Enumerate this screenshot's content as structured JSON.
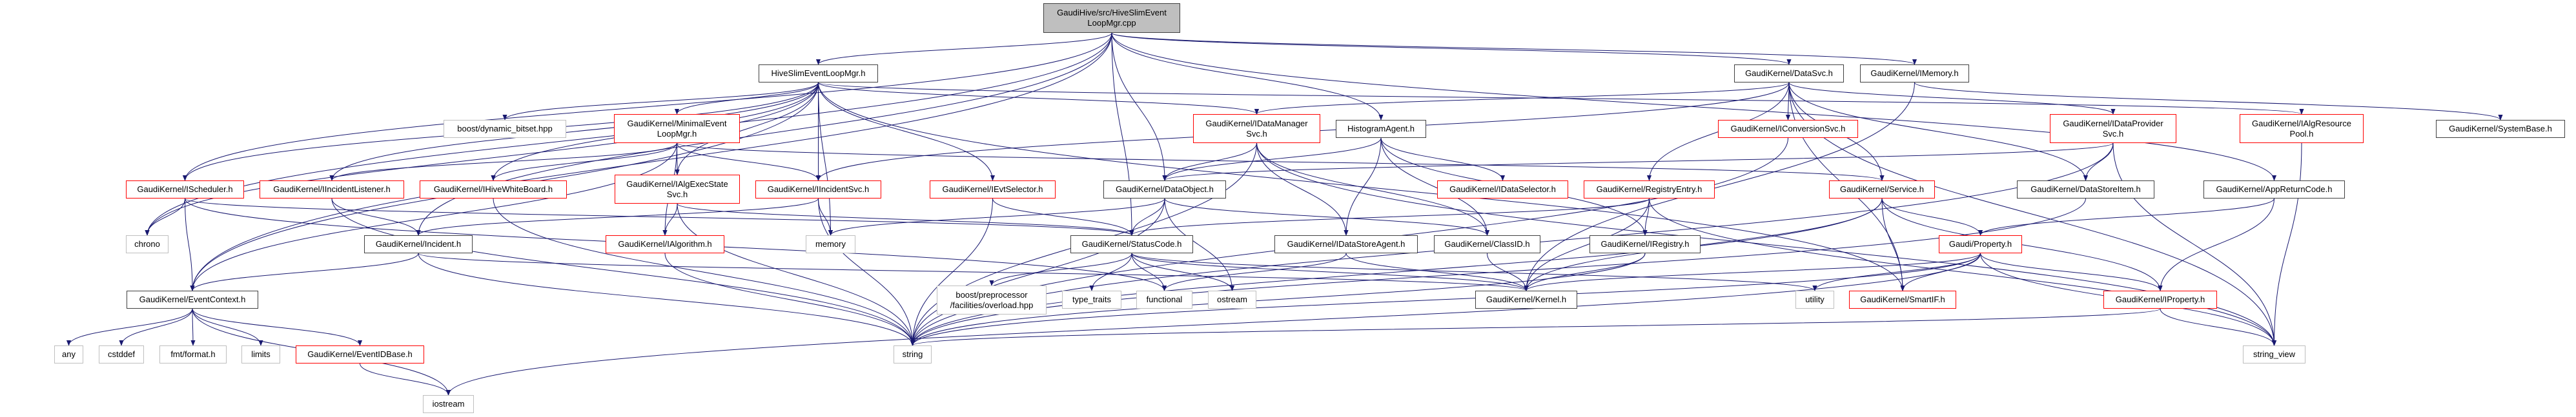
{
  "colors": {
    "edge": "#191970",
    "root_fill": "#bfbfbf",
    "documented_border": "#404040",
    "truncated_border": "#ff0000",
    "external_border": "#bfbfbf"
  },
  "nodes": [
    {
      "id": "cpp",
      "label": "GaudiHive/src/HiveSlimEvent\nLoopMgr.cpp",
      "kind": "root"
    },
    {
      "id": "hslm",
      "label": "HiveSlimEventLoopMgr.h",
      "kind": "doc"
    },
    {
      "id": "datasvc",
      "label": "GaudiKernel/DataSvc.h",
      "kind": "doc"
    },
    {
      "id": "imemory",
      "label": "GaudiKernel/IMemory.h",
      "kind": "doc"
    },
    {
      "id": "bitset",
      "label": "boost/dynamic_bitset.hpp",
      "kind": "sys"
    },
    {
      "id": "minimal",
      "label": "GaudiKernel/MinimalEvent\nLoopMgr.h",
      "kind": "red"
    },
    {
      "id": "idatamgr",
      "label": "GaudiKernel/IDataManager\nSvc.h",
      "kind": "red"
    },
    {
      "id": "histagent",
      "label": "HistogramAgent.h",
      "kind": "doc"
    },
    {
      "id": "iconv",
      "label": "GaudiKernel/IConversionSvc.h",
      "kind": "red"
    },
    {
      "id": "idataprov",
      "label": "GaudiKernel/IDataProvider\nSvc.h",
      "kind": "red"
    },
    {
      "id": "ialgres",
      "label": "GaudiKernel/IAlgResource\nPool.h",
      "kind": "red"
    },
    {
      "id": "sysbase",
      "label": "GaudiKernel/SystemBase.h",
      "kind": "doc"
    },
    {
      "id": "ischeduler",
      "label": "GaudiKernel/IScheduler.h",
      "kind": "red"
    },
    {
      "id": "iinclist",
      "label": "GaudiKernel/IIncidentListener.h",
      "kind": "red"
    },
    {
      "id": "ihivewb",
      "label": "GaudiKernel/IHiveWhiteBoard.h",
      "kind": "red"
    },
    {
      "id": "ialgexec",
      "label": "GaudiKernel/IAlgExecState\nSvc.h",
      "kind": "red"
    },
    {
      "id": "iincsvc",
      "label": "GaudiKernel/IIncidentSvc.h",
      "kind": "red"
    },
    {
      "id": "ievtsel",
      "label": "GaudiKernel/IEvtSelector.h",
      "kind": "red"
    },
    {
      "id": "dataobj",
      "label": "GaudiKernel/DataObject.h",
      "kind": "doc"
    },
    {
      "id": "idatasel",
      "label": "GaudiKernel/IDataSelector.h",
      "kind": "red"
    },
    {
      "id": "regentry",
      "label": "GaudiKernel/RegistryEntry.h",
      "kind": "red"
    },
    {
      "id": "service",
      "label": "GaudiKernel/Service.h",
      "kind": "red"
    },
    {
      "id": "dsitem",
      "label": "GaudiKernel/DataStoreItem.h",
      "kind": "doc"
    },
    {
      "id": "appret",
      "label": "GaudiKernel/AppReturnCode.h",
      "kind": "doc"
    },
    {
      "id": "chrono",
      "label": "chrono",
      "kind": "sys"
    },
    {
      "id": "incident",
      "label": "GaudiKernel/Incident.h",
      "kind": "doc"
    },
    {
      "id": "ialgorithm",
      "label": "GaudiKernel/IAlgorithm.h",
      "kind": "red"
    },
    {
      "id": "memory",
      "label": "memory",
      "kind": "sys"
    },
    {
      "id": "statuscode",
      "label": "GaudiKernel/StatusCode.h",
      "kind": "doc"
    },
    {
      "id": "idsagent",
      "label": "GaudiKernel/IDataStoreAgent.h",
      "kind": "doc"
    },
    {
      "id": "classid",
      "label": "GaudiKernel/ClassID.h",
      "kind": "doc"
    },
    {
      "id": "iregistry",
      "label": "GaudiKernel/IRegistry.h",
      "kind": "doc"
    },
    {
      "id": "property",
      "label": "Gaudi/Property.h",
      "kind": "red"
    },
    {
      "id": "evctx",
      "label": "GaudiKernel/EventContext.h",
      "kind": "doc"
    },
    {
      "id": "boostpp",
      "label": "boost/preprocessor\n/facilities/overload.hpp",
      "kind": "sys"
    },
    {
      "id": "typetraits",
      "label": "type_traits",
      "kind": "sys"
    },
    {
      "id": "functional",
      "label": "functional",
      "kind": "sys"
    },
    {
      "id": "ostream",
      "label": "ostream",
      "kind": "sys"
    },
    {
      "id": "kernel",
      "label": "GaudiKernel/Kernel.h",
      "kind": "doc"
    },
    {
      "id": "utility",
      "label": "utility",
      "kind": "sys"
    },
    {
      "id": "smartif",
      "label": "GaudiKernel/SmartIF.h",
      "kind": "red"
    },
    {
      "id": "iproperty",
      "label": "GaudiKernel/IProperty.h",
      "kind": "red"
    },
    {
      "id": "any",
      "label": "any",
      "kind": "sys"
    },
    {
      "id": "cstddef",
      "label": "cstddef",
      "kind": "sys"
    },
    {
      "id": "fmt",
      "label": "fmt/format.h",
      "kind": "sys"
    },
    {
      "id": "limits",
      "label": "limits",
      "kind": "sys"
    },
    {
      "id": "evidbase",
      "label": "GaudiKernel/EventIDBase.h",
      "kind": "red"
    },
    {
      "id": "string",
      "label": "string",
      "kind": "sys"
    },
    {
      "id": "stringview",
      "label": "string_view",
      "kind": "sys"
    },
    {
      "id": "iostream",
      "label": "iostream",
      "kind": "sys"
    }
  ],
  "edges": [
    [
      "cpp",
      "hslm"
    ],
    [
      "cpp",
      "evctx"
    ],
    [
      "cpp",
      "incident"
    ],
    [
      "cpp",
      "dataobj"
    ],
    [
      "cpp",
      "statuscode"
    ],
    [
      "cpp",
      "histagent"
    ],
    [
      "cpp",
      "datasvc"
    ],
    [
      "cpp",
      "imemory"
    ],
    [
      "cpp",
      "appret"
    ],
    [
      "cpp",
      "ischeduler"
    ],
    [
      "cpp",
      "chrono"
    ],
    [
      "hslm",
      "minimal"
    ],
    [
      "hslm",
      "ialgexec"
    ],
    [
      "hslm",
      "iincsvc"
    ],
    [
      "hslm",
      "memory"
    ],
    [
      "hslm",
      "ievtsel"
    ],
    [
      "hslm",
      "idatamgr"
    ],
    [
      "hslm",
      "bitset"
    ],
    [
      "hslm",
      "ischeduler"
    ],
    [
      "hslm",
      "iinclist"
    ],
    [
      "hslm",
      "ihivewb"
    ],
    [
      "hslm",
      "chrono"
    ],
    [
      "hslm",
      "smartif"
    ],
    [
      "hslm",
      "ialgres"
    ],
    [
      "hslm",
      "evctx"
    ],
    [
      "minimal",
      "ialgexec"
    ],
    [
      "minimal",
      "iincsvc"
    ],
    [
      "minimal",
      "iinclist"
    ],
    [
      "minimal",
      "ihivewb"
    ],
    [
      "minimal",
      "ialgorithm"
    ],
    [
      "minimal",
      "evctx"
    ],
    [
      "minimal",
      "service"
    ],
    [
      "ialgexec",
      "ialgorithm"
    ],
    [
      "ialgexec",
      "string"
    ],
    [
      "ialgexec",
      "statuscode"
    ],
    [
      "ischeduler",
      "chrono"
    ],
    [
      "ischeduler",
      "evctx"
    ],
    [
      "ischeduler",
      "functional"
    ],
    [
      "ischeduler",
      "statuscode"
    ],
    [
      "iinclist",
      "incident"
    ],
    [
      "iinclist",
      "string"
    ],
    [
      "ihivewb",
      "string"
    ],
    [
      "incident",
      "evctx"
    ],
    [
      "incident",
      "string"
    ],
    [
      "incident",
      "kernel"
    ],
    [
      "evctx",
      "any"
    ],
    [
      "evctx",
      "cstddef"
    ],
    [
      "evctx",
      "fmt"
    ],
    [
      "evctx",
      "limits"
    ],
    [
      "evctx",
      "evidbase"
    ],
    [
      "evctx",
      "iostream"
    ],
    [
      "evidbase",
      "iostream"
    ],
    [
      "iincsvc",
      "memory"
    ],
    [
      "iincsvc",
      "string"
    ],
    [
      "iincsvc",
      "incident"
    ],
    [
      "ialgorithm",
      "string"
    ],
    [
      "ievtsel",
      "string"
    ],
    [
      "ievtsel",
      "statuscode"
    ],
    [
      "dataobj",
      "statuscode"
    ],
    [
      "dataobj",
      "memory"
    ],
    [
      "dataobj",
      "string"
    ],
    [
      "dataobj",
      "ostream"
    ],
    [
      "dataobj",
      "classid"
    ],
    [
      "statuscode",
      "boostpp"
    ],
    [
      "statuscode",
      "typetraits"
    ],
    [
      "statuscode",
      "functional"
    ],
    [
      "statuscode",
      "ostream"
    ],
    [
      "statuscode",
      "kernel"
    ],
    [
      "statuscode",
      "utility"
    ],
    [
      "idatamgr",
      "dataobj"
    ],
    [
      "idatamgr",
      "string"
    ],
    [
      "idatamgr",
      "idsagent"
    ],
    [
      "idatamgr",
      "classid"
    ],
    [
      "idatamgr",
      "stringview"
    ],
    [
      "idsagent",
      "kernel"
    ],
    [
      "idsagent",
      "functional"
    ],
    [
      "classid",
      "kernel"
    ],
    [
      "histagent",
      "dataobj"
    ],
    [
      "histagent",
      "idatasel"
    ],
    [
      "histagent",
      "idsagent"
    ],
    [
      "histagent",
      "classid"
    ],
    [
      "histagent",
      "iregistry"
    ],
    [
      "regentry",
      "iregistry"
    ],
    [
      "regentry",
      "kernel"
    ],
    [
      "regentry",
      "statuscode"
    ],
    [
      "regentry",
      "stringview"
    ],
    [
      "iregistry",
      "kernel"
    ],
    [
      "iregistry",
      "string"
    ],
    [
      "datasvc",
      "idatamgr"
    ],
    [
      "datasvc",
      "iincsvc"
    ],
    [
      "datasvc",
      "iconv"
    ],
    [
      "datasvc",
      "regentry"
    ],
    [
      "datasvc",
      "service"
    ],
    [
      "datasvc",
      "dsitem"
    ],
    [
      "datasvc",
      "idataprov"
    ],
    [
      "datasvc",
      "smartif"
    ],
    [
      "datasvc",
      "stringview"
    ],
    [
      "iconv",
      "string"
    ],
    [
      "service",
      "property"
    ],
    [
      "service",
      "smartif"
    ],
    [
      "service",
      "iproperty"
    ],
    [
      "service",
      "string"
    ],
    [
      "service",
      "kernel"
    ],
    [
      "imemory",
      "kernel"
    ],
    [
      "imemory",
      "sysbase"
    ],
    [
      "idataprov",
      "dsitem"
    ],
    [
      "idataprov",
      "dataobj"
    ],
    [
      "idataprov",
      "string"
    ],
    [
      "idataprov",
      "stringview"
    ],
    [
      "ialgres",
      "stringview"
    ],
    [
      "dsitem",
      "string"
    ],
    [
      "appret",
      "property"
    ],
    [
      "appret",
      "iproperty"
    ],
    [
      "property",
      "kernel"
    ],
    [
      "property",
      "smartif"
    ],
    [
      "property",
      "utility"
    ],
    [
      "property",
      "string"
    ],
    [
      "property",
      "stringview"
    ],
    [
      "property",
      "iproperty"
    ],
    [
      "property",
      "iostream"
    ],
    [
      "iproperty",
      "string"
    ],
    [
      "iproperty",
      "stringview"
    ]
  ]
}
